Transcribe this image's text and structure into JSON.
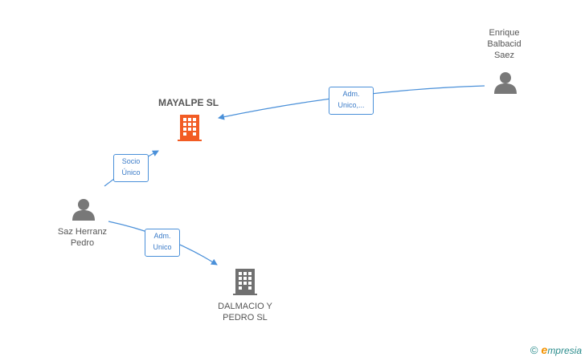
{
  "colors": {
    "edge": "#4a90d9",
    "person": "#787878",
    "main_company": "#f25c24",
    "company": "#707070",
    "label": "#555555"
  },
  "main_company": {
    "name": "MAYALPE SL",
    "icon": "building-icon"
  },
  "companies": [
    {
      "name": "DALMACIO Y\nPEDRO SL",
      "icon": "building-icon"
    }
  ],
  "people": [
    {
      "name": "Enrique\nBalbacid\nSaez",
      "icon": "person-icon"
    },
    {
      "name": "Saz Herranz\nPedro",
      "icon": "person-icon"
    }
  ],
  "relations": [
    {
      "label": "Adm.\nUnico,..."
    },
    {
      "label": "Socio\nÚnico"
    },
    {
      "label": "Adm.\nUnico"
    }
  ],
  "watermark": {
    "symbol": "©",
    "brand_initial": "e",
    "brand_rest": "mpresia"
  }
}
